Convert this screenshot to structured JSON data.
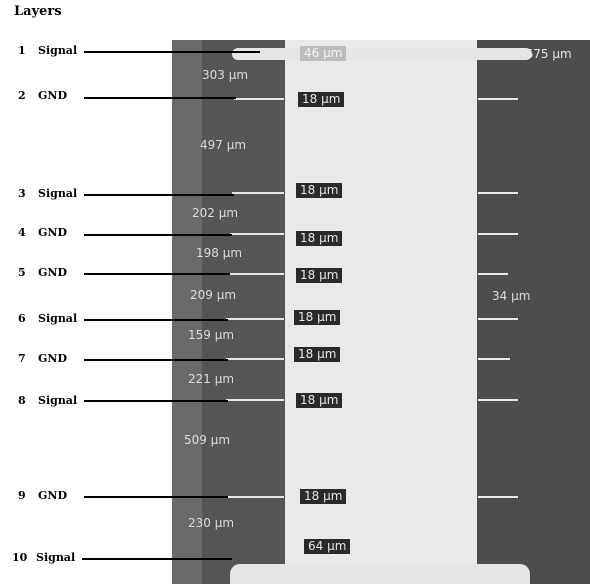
{
  "title": "Layers",
  "layers": [
    {
      "num": "1",
      "name": "Signal",
      "thickness": "46 µm"
    },
    {
      "num": "2",
      "name": "GND",
      "thickness": "18 µm"
    },
    {
      "num": "3",
      "name": "Signal",
      "thickness": "18 µm"
    },
    {
      "num": "4",
      "name": "GND",
      "thickness": "18 µm"
    },
    {
      "num": "5",
      "name": "GND",
      "thickness": "18 µm"
    },
    {
      "num": "6",
      "name": "Signal",
      "thickness": "18 µm"
    },
    {
      "num": "7",
      "name": "GND",
      "thickness": "18 µm"
    },
    {
      "num": "8",
      "name": "Signal",
      "thickness": "18 µm"
    },
    {
      "num": "9",
      "name": "GND",
      "thickness": "18 µm"
    },
    {
      "num": "10",
      "name": "Signal",
      "thickness": "64 µm"
    }
  ],
  "dielectrics": [
    "303 µm",
    "497 µm",
    "202 µm",
    "198 µm",
    "209 µm",
    "159 µm",
    "221 µm",
    "509 µm",
    "230 µm"
  ],
  "board_thickness": "2675 µm",
  "via_wall": "34 µm"
}
